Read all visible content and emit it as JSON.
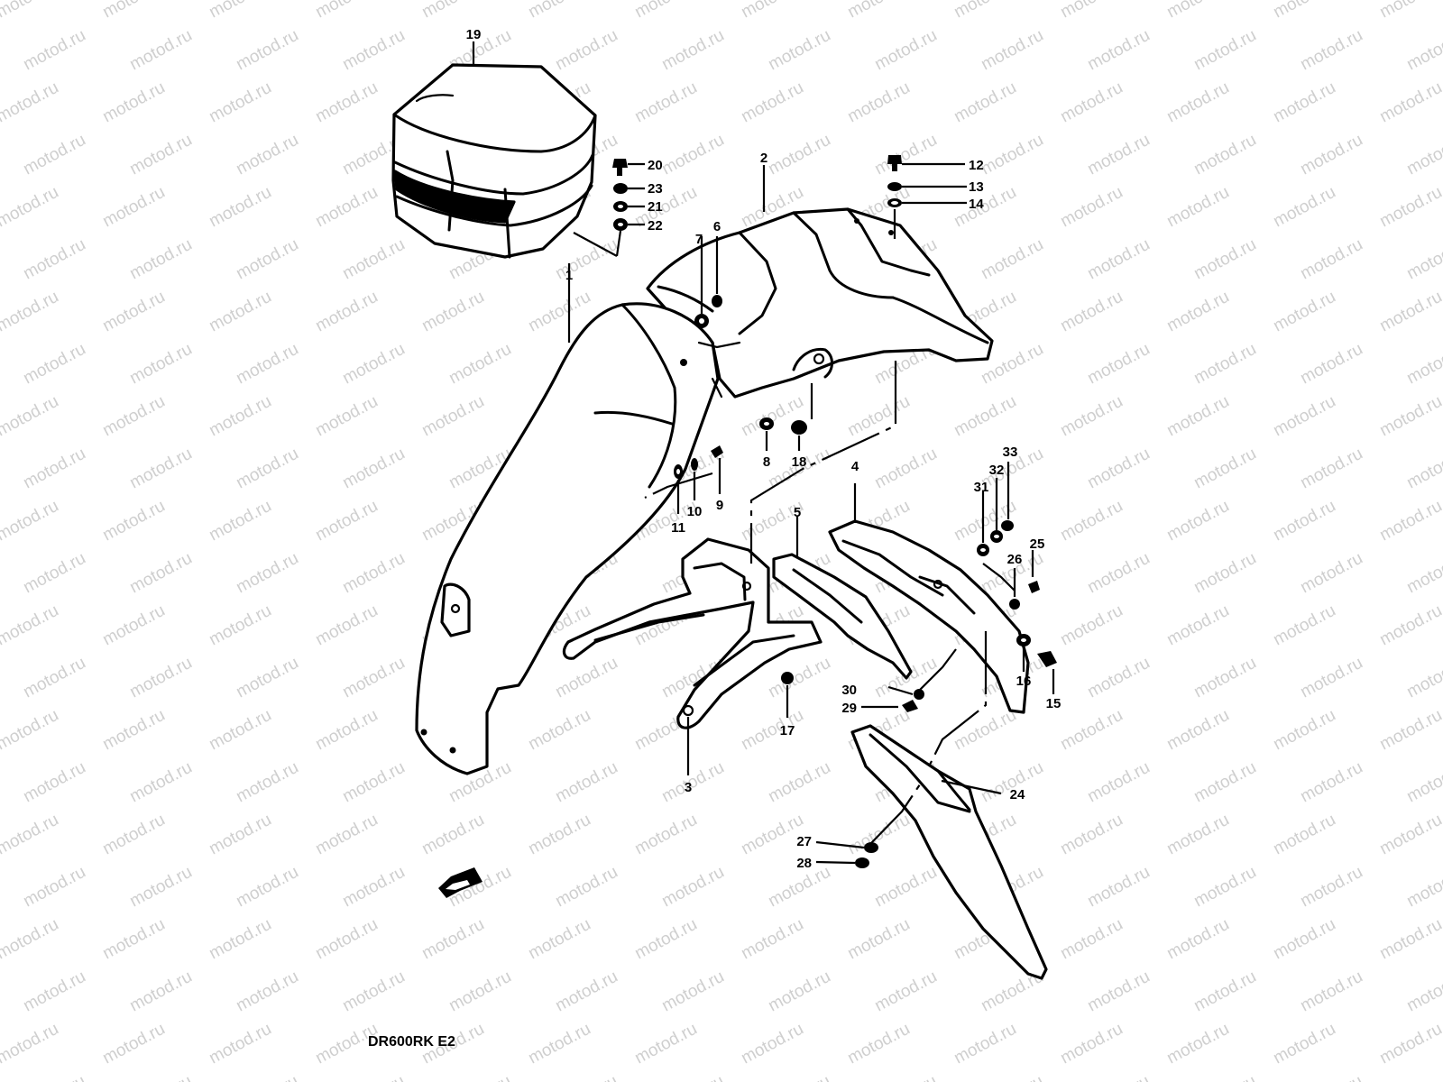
{
  "watermark": "motod.ru",
  "model_label": "DR600RK E2",
  "callouts": [
    {
      "id": "1",
      "label": "1"
    },
    {
      "id": "2",
      "label": "2"
    },
    {
      "id": "3",
      "label": "3"
    },
    {
      "id": "4",
      "label": "4"
    },
    {
      "id": "5",
      "label": "5"
    },
    {
      "id": "6",
      "label": "6"
    },
    {
      "id": "7",
      "label": "7"
    },
    {
      "id": "8",
      "label": "8"
    },
    {
      "id": "9",
      "label": "9"
    },
    {
      "id": "10",
      "label": "10"
    },
    {
      "id": "11",
      "label": "11"
    },
    {
      "id": "12",
      "label": "12"
    },
    {
      "id": "13",
      "label": "13"
    },
    {
      "id": "14",
      "label": "14"
    },
    {
      "id": "15",
      "label": "15"
    },
    {
      "id": "16",
      "label": "16"
    },
    {
      "id": "17",
      "label": "17"
    },
    {
      "id": "18",
      "label": "18"
    },
    {
      "id": "19",
      "label": "19"
    },
    {
      "id": "20",
      "label": "20"
    },
    {
      "id": "21",
      "label": "21"
    },
    {
      "id": "22",
      "label": "22"
    },
    {
      "id": "23",
      "label": "23"
    },
    {
      "id": "24",
      "label": "24"
    },
    {
      "id": "25",
      "label": "25"
    },
    {
      "id": "26",
      "label": "26"
    },
    {
      "id": "27",
      "label": "27"
    },
    {
      "id": "28",
      "label": "28"
    },
    {
      "id": "29",
      "label": "29"
    },
    {
      "id": "30",
      "label": "30"
    },
    {
      "id": "31",
      "label": "31"
    },
    {
      "id": "32",
      "label": "32"
    },
    {
      "id": "33",
      "label": "33"
    }
  ]
}
